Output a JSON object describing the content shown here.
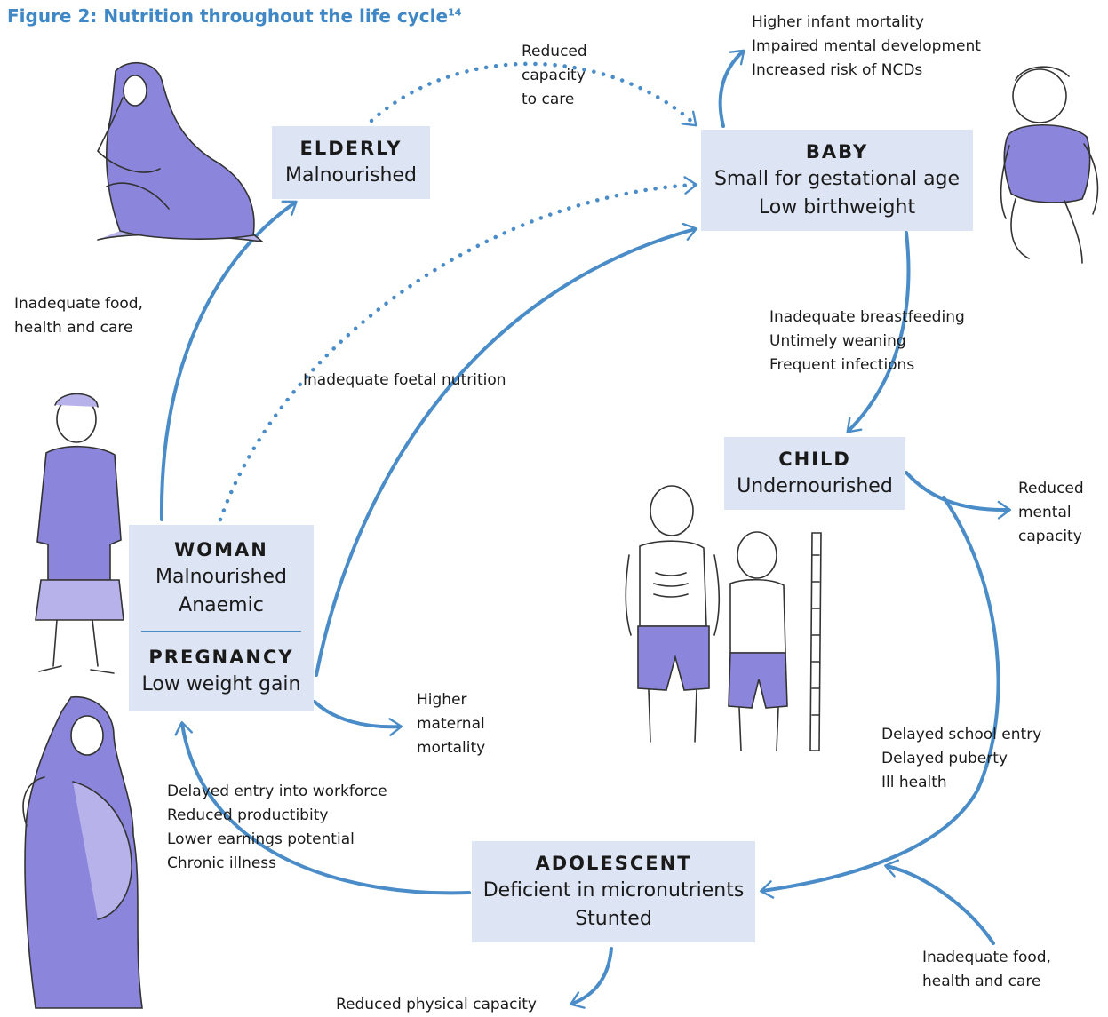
{
  "title": "Figure 2: Nutrition throughout the life cycle",
  "title_ref": "14",
  "nodes": {
    "baby": {
      "head": "BABY",
      "lines": [
        "Small for gestational age",
        "Low birthweight"
      ]
    },
    "child": {
      "head": "CHILD",
      "lines": [
        "Undernourished"
      ]
    },
    "adolescent": {
      "head": "ADOLESCENT",
      "lines": [
        "Deficient in micronutrients",
        "Stunted"
      ]
    },
    "woman": {
      "head": "WOMAN",
      "lines": [
        "Malnourished",
        "Anaemic"
      ]
    },
    "pregnancy": {
      "head": "PREGNANCY",
      "lines": [
        "Low weight gain"
      ]
    },
    "elderly": {
      "head": "ELDERLY",
      "lines": [
        "Malnourished"
      ]
    }
  },
  "notes": {
    "baby_outcomes": [
      "Higher infant mortality",
      "Impaired mental development",
      "Increased risk of NCDs"
    ],
    "reduced_care": [
      "Reduced",
      "capacity",
      "to care"
    ],
    "feeding": [
      "Inadequate breastfeeding",
      "Untimely weaning",
      "Frequent infections"
    ],
    "child_outcome": [
      "Reduced",
      "mental",
      "capacity"
    ],
    "adolescent_inputs": [
      "Delayed school entry",
      "Delayed puberty",
      "Ill health"
    ],
    "adolescent_outcome": [
      "Reduced physical capacity"
    ],
    "external_inputs": [
      "Inadequate food,",
      "health and care"
    ],
    "workforce": [
      "Delayed entry into workforce",
      "Reduced productibity",
      "Lower earnings potential",
      "Chronic illness"
    ],
    "maternal": [
      "Higher",
      "maternal",
      "mortality"
    ],
    "foetal": [
      "Inadequate foetal nutrition"
    ],
    "elderly_inputs": [
      "Inadequate food,",
      "health and care"
    ]
  },
  "colors": {
    "title": "#3f87c5",
    "arrow": "#4a8cc8",
    "box": "#dde4f3",
    "figure": "#8b86dc"
  }
}
